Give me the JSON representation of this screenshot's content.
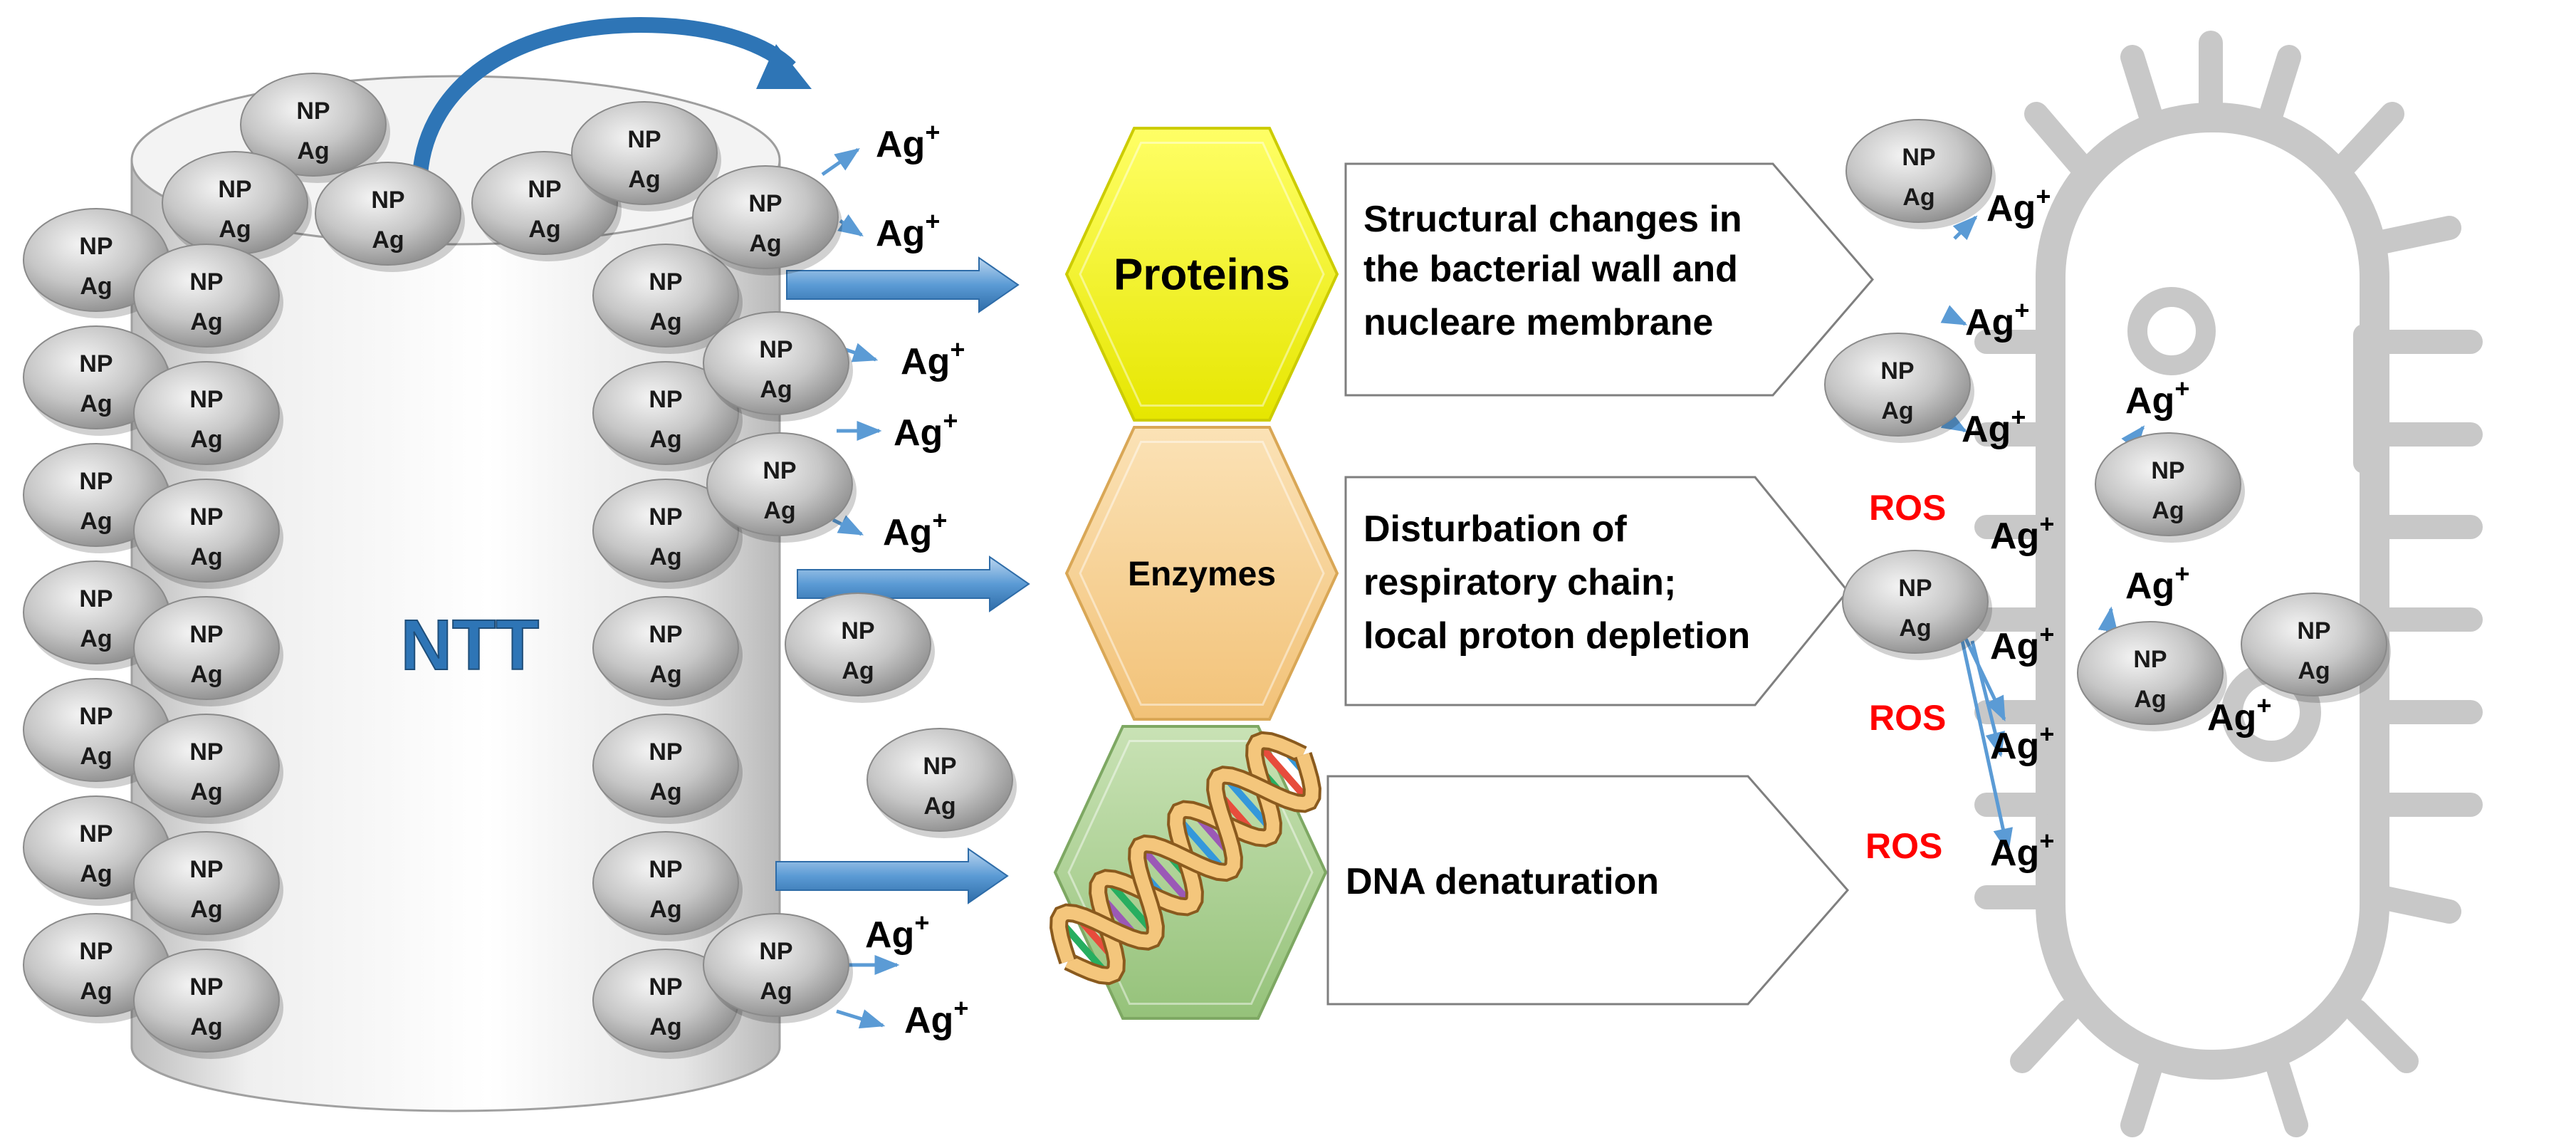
{
  "nanotube": {
    "label": "NTT"
  },
  "nanoparticle": {
    "line1": "NP",
    "line2": "Ag"
  },
  "ion": {
    "base": "Ag",
    "charge": "+"
  },
  "targets": [
    {
      "label": "Proteins",
      "effect_lines": [
        "Structural changes in",
        "the bacterial wall and",
        "nucleare membrane"
      ]
    },
    {
      "label": "Enzymes",
      "effect_lines": [
        "Disturbation of",
        "respiratory chain;",
        "local proton depletion"
      ]
    },
    {
      "label": "",
      "effect_lines": [
        "DNA denaturation"
      ]
    }
  ],
  "ros_label": "ROS",
  "colors": {
    "ntt_text": "#2e75b6",
    "proteins_fill": "#ffff00",
    "enzymes_fill": "#f7d08f",
    "dna_fill": "#a9d18e",
    "ros_text": "#ff0000",
    "arrow_fill": "#5b9bd5",
    "bacterium_outline": "#c8c8c8",
    "np_fill": "#c9c9c9"
  },
  "icons": [
    "dna-helix-icon",
    "bacterium-icon",
    "block-arrow-icon",
    "curved-arrow-icon"
  ]
}
